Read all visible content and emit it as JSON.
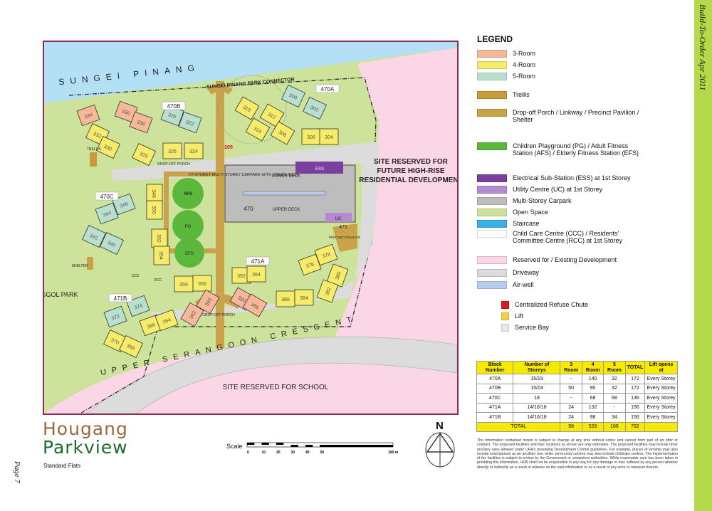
{
  "side_title": "Build-To-Order Apr 2011",
  "page_label": "Page 7",
  "brand": {
    "line1": "Hougang",
    "line2": "Parkview",
    "subtitle": "Standard Flats"
  },
  "map": {
    "river": "SUNGEI PINANG",
    "connector": "SUNGEI PINANG PARK CONNECTOR",
    "park": "PUNGGOL PARK",
    "road": "UPPER SERANGOON CRESCENT",
    "future_site": "SITE RESERVED FOR FUTURE HIGH-RISE RESIDENTIAL DEVELOPMENT",
    "school_site": "SITE RESERVED FOR SCHOOL",
    "carpark": "7/7-STOREY MULTI-STOREY CARPARK WITH GREEN ROOF",
    "lower_deck": "LOWER DECK",
    "upper_deck": "UPPER DECK",
    "carpark_block": "470",
    "ess": "ESS",
    "uc": "UC",
    "afs": "AFS",
    "pg": "PG",
    "efs": "EFS",
    "trellis": "TRELLIS",
    "shelter": "SHELTER",
    "ccc": "CCC",
    "rcc": "RCC",
    "dropoff": "DROP-OFF PORCH",
    "pavilion_block": "471",
    "pavilion": "PRECINCT PAVILION",
    "marker": "205",
    "blocks": [
      "470A",
      "470B",
      "470C",
      "471A",
      "471B"
    ],
    "units": [
      "334",
      "336",
      "338",
      "332",
      "330",
      "328",
      "320",
      "322",
      "326",
      "324",
      "300",
      "302",
      "306",
      "304",
      "310",
      "312",
      "314",
      "308",
      "344",
      "346",
      "348",
      "350",
      "342",
      "340",
      "352",
      "354",
      "356",
      "358",
      "362",
      "360",
      "372",
      "374",
      "366",
      "364",
      "370",
      "368",
      "392",
      "394",
      "390",
      "388",
      "386",
      "384",
      "376",
      "378",
      "380",
      "382"
    ],
    "scale_label": "Scale",
    "scale_ticks": [
      "0",
      "10",
      "20",
      "30",
      "40",
      "50",
      "100 m"
    ],
    "north": "N"
  },
  "legend": {
    "title": "LEGEND",
    "items": [
      {
        "label": "3-Room",
        "color": "#f7b89a"
      },
      {
        "label": "4-Room",
        "color": "#f7ec6a"
      },
      {
        "label": "5-Room",
        "color": "#b9e0cf"
      },
      {
        "label": "Trellis",
        "color": "#c79a3a"
      },
      {
        "label": "Drop-off Porch / Linkway / Precinct Pavilion / Shelter",
        "color": "#c9a24a"
      },
      {
        "label": "Children Playground (PG) / Adult Fitness Station (AFS) / Elderly Fitness Station (EFS)",
        "color": "#5bb83c"
      },
      {
        "label": "Electrical Sub-Station (ESS) at 1st Storey",
        "color": "#7b3f9e"
      },
      {
        "label": "Utility Centre (UC) at 1st Storey",
        "color": "#b48ad0"
      },
      {
        "label": "Multi-Storey Carpark",
        "color": "#bdbdbd"
      },
      {
        "label": "Open Space",
        "color": "#cde29a"
      },
      {
        "label": "Staircase",
        "color": "#35b2e6"
      },
      {
        "label": "Child Care Centre (CCC) / Residents' Committee Centre (RCC) at 1st Storey",
        "color": "#ffffff"
      },
      {
        "label": "Reserved for / Existing Development",
        "color": "#fad6e6"
      },
      {
        "label": "Driveway",
        "color": "#dcdcdc"
      },
      {
        "label": "Air-well",
        "color": "#b8cdee"
      },
      {
        "label": "Centralized Refuse Chute",
        "color": "#e0141e"
      },
      {
        "label": "Lift",
        "color": "#f5d040"
      },
      {
        "label": "Service Bay",
        "color": "#e8e8e8"
      }
    ]
  },
  "table": {
    "headers": [
      "Block Number",
      "Number of Storeys",
      "3 Room",
      "4 Room",
      "5 Room",
      "TOTAL",
      "Lift opens at"
    ],
    "rows": [
      [
        "470A",
        "15/19",
        "-",
        "140",
        "32",
        "172",
        "Every Storey"
      ],
      [
        "470B",
        "15/19",
        "50",
        "90",
        "32",
        "172",
        "Every Storey"
      ],
      [
        "470C",
        "18",
        "-",
        "68",
        "68",
        "136",
        "Every Storey"
      ],
      [
        "471A",
        "14/16/18",
        "24",
        "132",
        "-",
        "156",
        "Every Storey"
      ],
      [
        "471B",
        "14/16/18",
        "24",
        "98",
        "34",
        "156",
        "Every Storey"
      ]
    ],
    "total": [
      "TOTAL",
      "98",
      "528",
      "166",
      "792",
      ""
    ]
  },
  "disclaimer": "The information contained herein is subject to change at any time without notice and cannot form part of an offer or contract. The proposed facilities and their locations as shown are only estimates. The proposed facilities may include other ancillary uses allowed under URA's prevailing Development Control guidelines. For example, places of worship may also include columbarium as an ancillary use, while community centres may also include childcare centres. The implementation of the facilities is subject to review by the Government or competent authorities. While reasonable care has been taken in providing this information, HDB shall not be responsible in any way for any damage or loss suffered by any person whether directly or indirectly as a result of reliance on the said information or as a result of any error or omission therein."
}
